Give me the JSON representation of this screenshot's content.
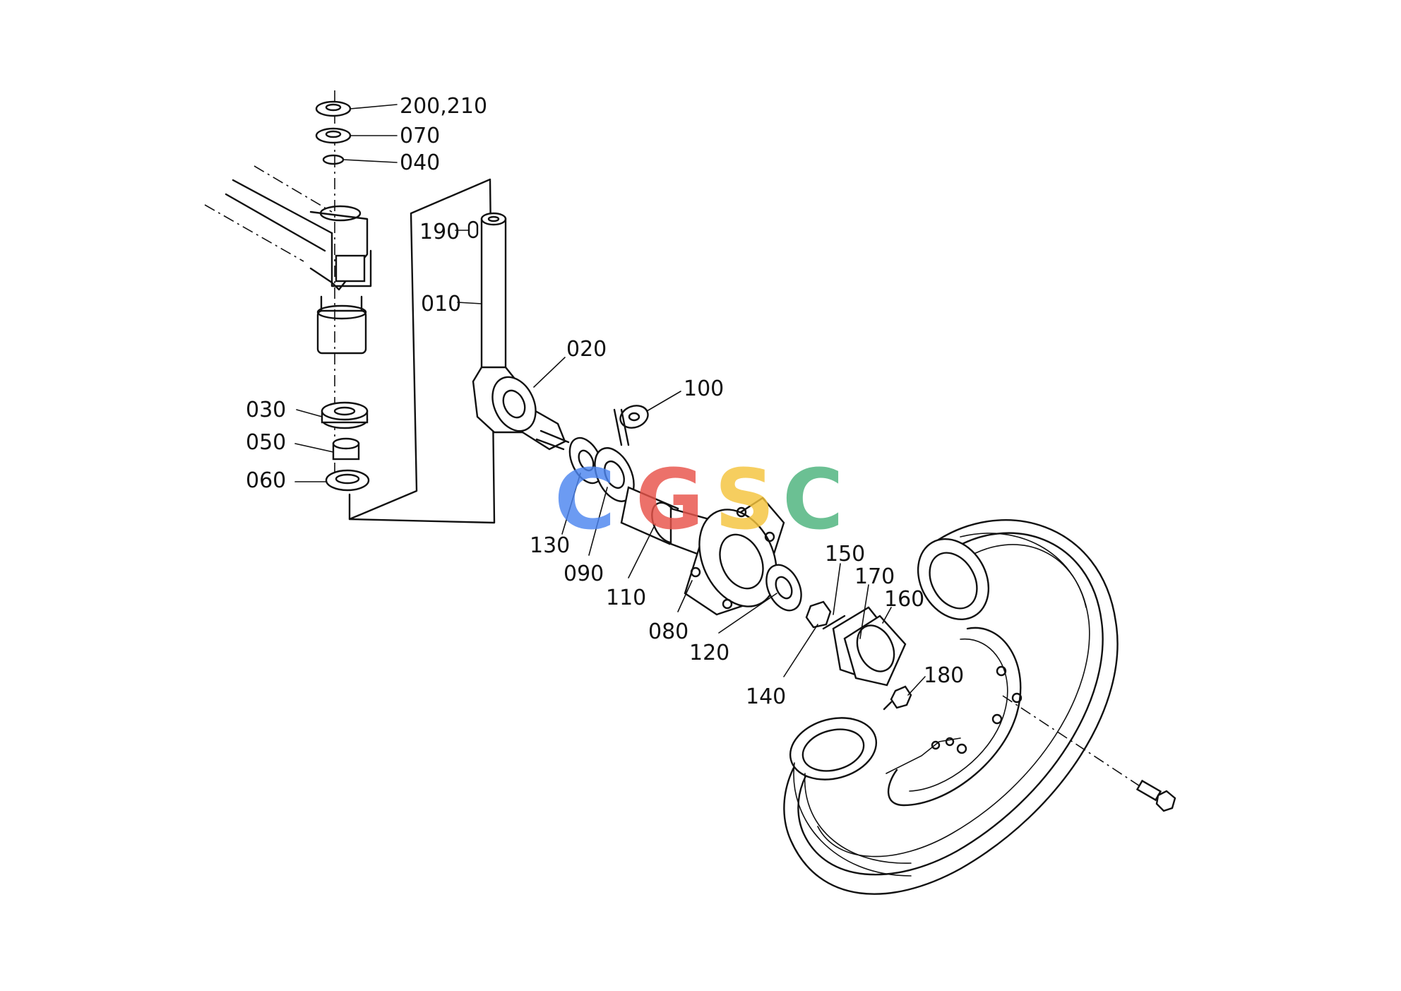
{
  "diagram": {
    "callouts": {
      "p200_210": "200,210",
      "p070": "070",
      "p040": "040",
      "p190": "190",
      "p010": "010",
      "p020": "020",
      "p100": "100",
      "p030": "030",
      "p050": "050",
      "p060": "060",
      "p130": "130",
      "p090": "090",
      "p110": "110",
      "p080": "080",
      "p120": "120",
      "p150": "150",
      "p170": "170",
      "p160": "160",
      "p140": "140",
      "p180": "180"
    },
    "watermark": {
      "letters": [
        "C",
        "G",
        "S",
        "C"
      ],
      "colors": [
        "#4d86f0",
        "#e8534a",
        "#f5c43c",
        "#4bb37c"
      ]
    }
  }
}
